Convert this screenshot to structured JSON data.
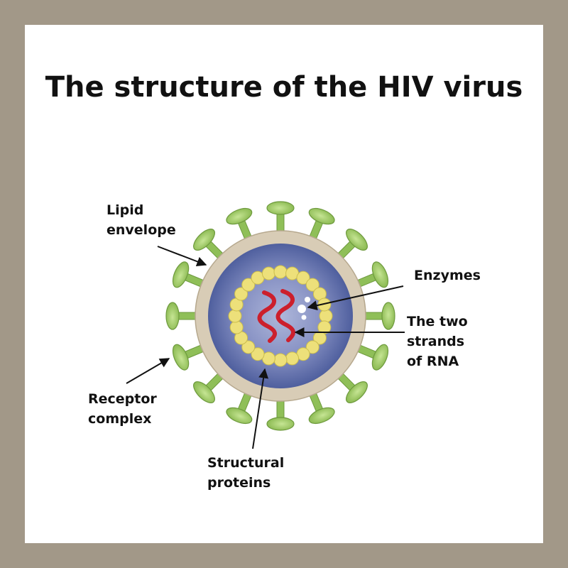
{
  "title": "The structure of the HIV virus",
  "labels": {
    "lipid_envelope": [
      "Lipid",
      "envelope"
    ],
    "enzymes": [
      "Enzymes"
    ],
    "rna": [
      "The two",
      "strands",
      "of RNA"
    ],
    "receptor_complex": [
      "Receptor",
      "complex"
    ],
    "structural_proteins": [
      "Structural",
      "proteins"
    ]
  },
  "colors": {
    "frame": "#a29888",
    "envelope": "#d8ccb6",
    "capsid": "#4f5f9e",
    "capsid_center": "#a8b2d6",
    "structural_proteins": "#ede07a",
    "rna": "#cc1f2c",
    "receptor": "#9ccc64",
    "enzymes": "#ffffff",
    "text": "#111111"
  }
}
